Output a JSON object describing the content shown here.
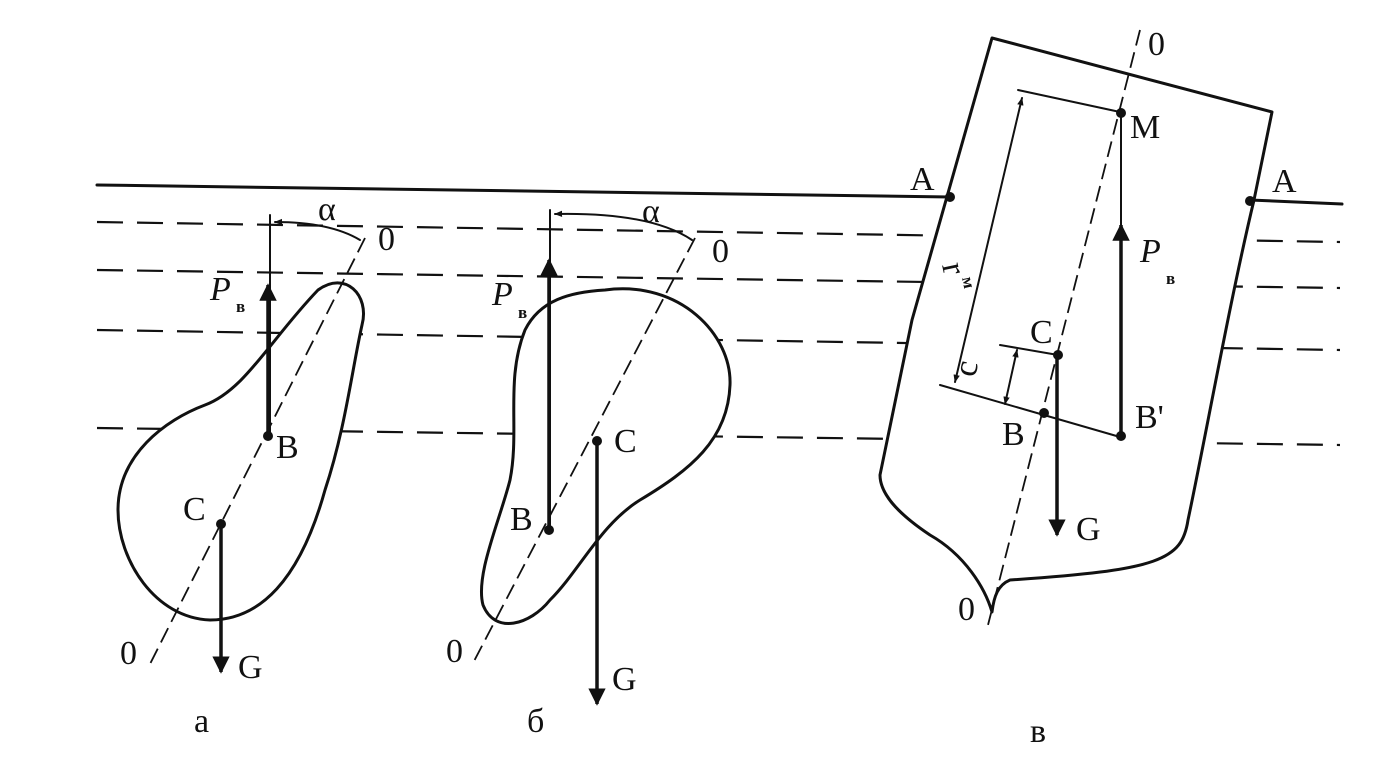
{
  "figure": {
    "panel_a": {
      "caption": "а",
      "angle": "α",
      "axis_top": "0",
      "axis_bottom": "0",
      "buoyancy": "P",
      "buoyancy_sub": "в",
      "point_b": "B",
      "point_c": "C",
      "weight": "G"
    },
    "panel_b": {
      "caption": "б",
      "angle": "α",
      "axis_top": "0",
      "axis_bottom": "0",
      "buoyancy": "P",
      "buoyancy_sub": "в",
      "point_b": "B",
      "point_c": "C",
      "weight": "G"
    },
    "panel_v": {
      "caption": "в",
      "axis_top": "0",
      "axis_bottom": "0",
      "point_a_left": "A",
      "point_a_right": "A",
      "point_m": "M",
      "buoyancy": "P",
      "buoyancy_sub": "в",
      "radius": "r",
      "radius_sub": "м",
      "distance": "c",
      "point_c": "C",
      "point_b": "B",
      "point_b_prime": "B'",
      "weight": "G"
    }
  }
}
